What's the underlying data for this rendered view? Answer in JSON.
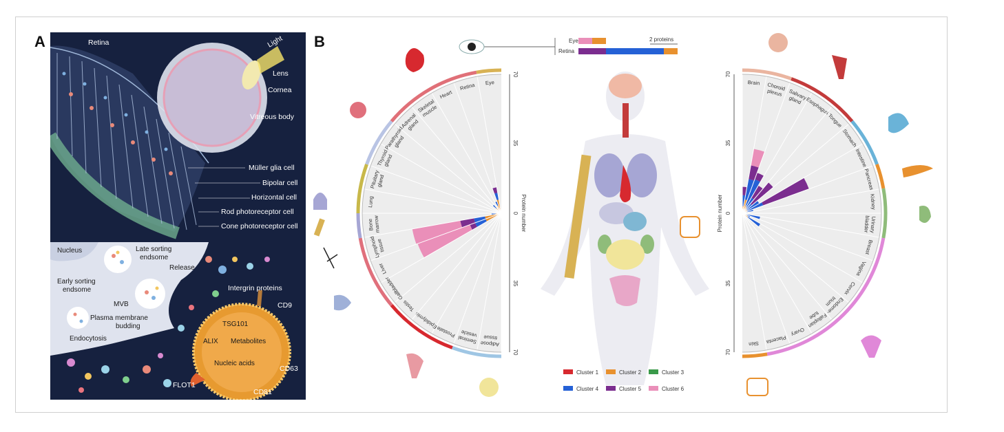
{
  "panels": {
    "a": {
      "letter": "A"
    },
    "b": {
      "letter": "B"
    }
  },
  "panelA": {
    "eye_labels": [
      "Retina",
      "Light",
      "Lens",
      "Cornea",
      "Vitreous body"
    ],
    "cell_labels": [
      "Müller glia cell",
      "Bipolar cell",
      "Horizontal cell",
      "Rod photoreceptor cell",
      "Cone photoreceptor cell"
    ],
    "vesicle_labels": {
      "nucleus": "Nucleus",
      "late_sorting": "Late sorting\nendsome",
      "early_sorting": "Early sorting\nendsome",
      "mvb": "MVB",
      "release": "Release",
      "plasma_membrane": "Plasma membrane\nbudding",
      "endocytosis": "Endocytosis",
      "integrin": "Intergrin proteins",
      "cd9": "CD9",
      "tsg101": "TSG101",
      "alix": "ALIX",
      "metabolites": "Metabolites",
      "nucleic_acids": "Nucleic acids",
      "cd63": "CD63",
      "flot1": "FLOT1",
      "cd81": "CD81"
    }
  },
  "panelB": {
    "eye_bar": {
      "rows": [
        "Eye",
        "Retina"
      ],
      "scale_label": "2 proteins"
    },
    "axis_label": "Protein number",
    "ticks": [
      "0",
      "35",
      "70"
    ],
    "left_organs": [
      "Eye",
      "Retina",
      "Heart",
      "Skeletal\nmuscle",
      "Adrenal\ngland",
      "Parathyroid\ngland",
      "Thyroid\ngland",
      "Pituitary\ngland",
      "Lung",
      "Bone\nmarrow",
      "Lymphoid\ntissue",
      "Liver",
      "Gallbladder",
      "Testis",
      "Epididymis",
      "Prostate",
      "Seminal\nvesicle",
      "Adipose\ntissue"
    ],
    "right_organs": [
      "Brain",
      "Choroid\nplexus",
      "Salivary\ngland",
      "Esophagus",
      "Tongue",
      "Stomach",
      "Intestine",
      "Pancreas",
      "Kidney",
      "Urinary\nbladder",
      "Breast",
      "Vagina",
      "Cervix",
      "Endome-\ntrium",
      "Fallopian\ntube",
      "Ovary",
      "Placenta",
      "Skin"
    ],
    "legend": [
      {
        "label": "Cluster 1",
        "color": "#d7292f"
      },
      {
        "label": "Cluster 2",
        "color": "#e8912f"
      },
      {
        "label": "Cluster 3",
        "color": "#3a9a4a"
      },
      {
        "label": "Cluster 4",
        "color": "#2561d6"
      },
      {
        "label": "Cluster 5",
        "color": "#7b2d8f"
      },
      {
        "label": "Cluster 6",
        "color": "#ea8fb9"
      }
    ]
  }
}
